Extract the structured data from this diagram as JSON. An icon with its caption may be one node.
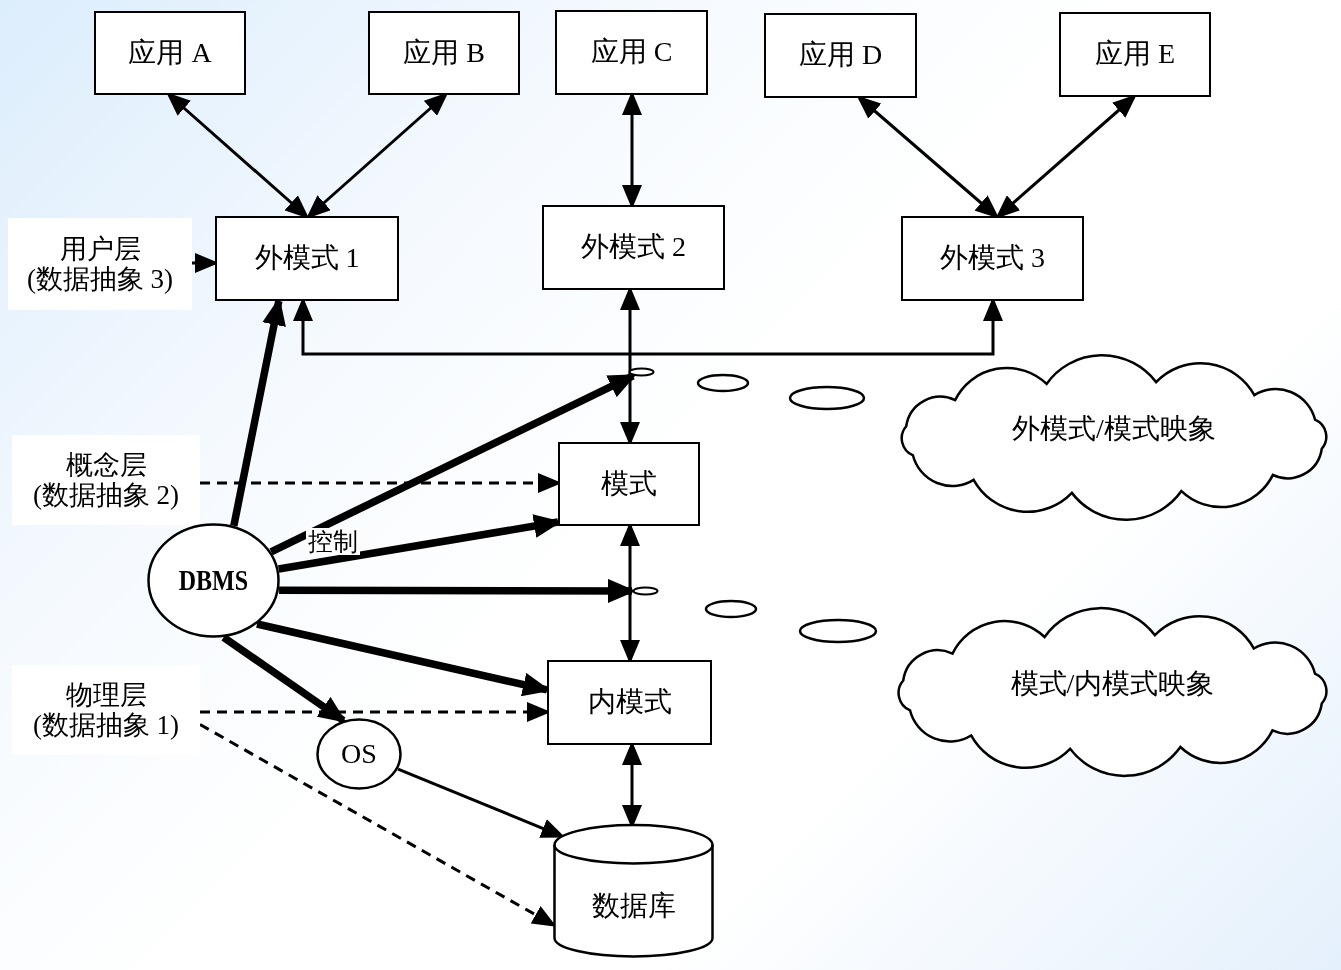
{
  "diagram": {
    "nodes": [
      {
        "text": [
          "应用 A"
        ]
      },
      {
        "text": [
          "应用 B"
        ]
      },
      {
        "text": [
          "应用 C"
        ]
      },
      {
        "text": [
          "应用 D"
        ]
      },
      {
        "text": [
          "应用 E"
        ]
      },
      {
        "text": [
          "外模式 1"
        ]
      },
      {
        "text": [
          "外模式 2"
        ]
      },
      {
        "text": [
          "外模式 3"
        ]
      },
      {
        "text": [
          "用户层",
          "(数据抽象 3)"
        ]
      },
      {
        "text": [
          "概念层",
          "(数据抽象 2)"
        ]
      },
      {
        "text": [
          "模式"
        ]
      },
      {
        "text": [
          "DBMS"
        ]
      },
      {
        "text": [
          "内模式"
        ]
      },
      {
        "text": [
          "物理层",
          "(数据抽象 1)"
        ]
      },
      {
        "text": [
          "OS"
        ]
      },
      {
        "text": [
          "数据库"
        ]
      },
      {
        "text": [
          "外模式/模式映象"
        ]
      },
      {
        "text": [
          "模式/内模式映象"
        ]
      },
      {
        "text": [],
        "shape": "ellipse"
      },
      {
        "text": [],
        "shape": "ellipse"
      }
    ],
    "edges": [
      {
        "from": 0,
        "to": 5,
        "arrow": "both"
      },
      {
        "from": 1,
        "to": 5,
        "arrow": "both"
      },
      {
        "from": 2,
        "to": 6,
        "arrow": "both"
      },
      {
        "from": 3,
        "to": 7,
        "arrow": "both"
      },
      {
        "from": 4,
        "to": 7,
        "arrow": "both"
      },
      {
        "from": 6,
        "to": 10,
        "arrow": "both"
      },
      {
        "from": 10,
        "to": 12,
        "arrow": "both"
      },
      {
        "from": 12,
        "to": 15,
        "arrow": "both"
      },
      {
        "from": 5,
        "to": 7,
        "arrow": "both"
      },
      {
        "from": 8,
        "to": 5,
        "arrow": "to",
        "style": "dashed"
      },
      {
        "from": 9,
        "to": 10,
        "arrow": "to",
        "style": "dashed"
      },
      {
        "from": 13,
        "to": 12,
        "arrow": "to",
        "style": "dashed"
      },
      {
        "from": 13,
        "to": 15,
        "arrow": "to",
        "style": "dashed"
      },
      {
        "from": 11,
        "to": 5,
        "arrow": "to",
        "style": "thick"
      },
      {
        "from": 11,
        "to": 18,
        "arrow": "to",
        "style": "thick"
      },
      {
        "from": 11,
        "to": 10,
        "arrow": "to",
        "style": "thick"
      },
      {
        "from": 11,
        "to": 19,
        "arrow": "to",
        "style": "thick"
      },
      {
        "from": 11,
        "to": 12,
        "arrow": "to",
        "style": "thick"
      },
      {
        "from": 11,
        "to": 14,
        "arrow": "to",
        "style": "thick"
      },
      {
        "from": 14,
        "to": 15,
        "arrow": "to"
      }
    ],
    "labels": [
      "控制"
    ]
  }
}
